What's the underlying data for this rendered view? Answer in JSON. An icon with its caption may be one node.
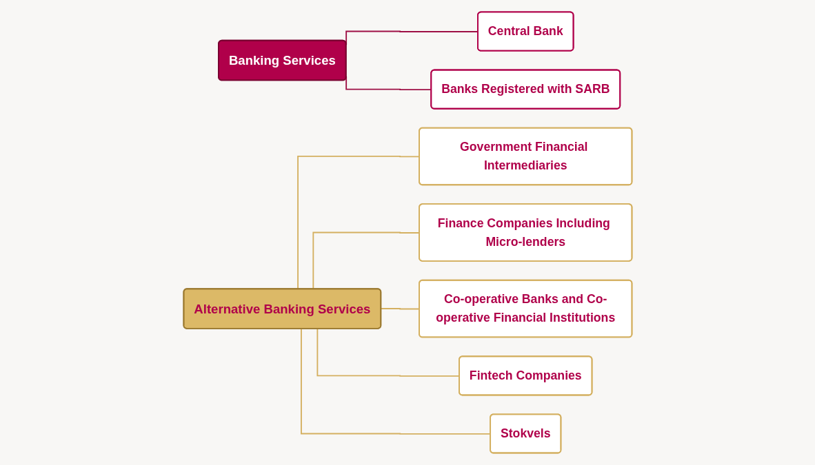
{
  "diagram": {
    "nodes": [
      {
        "text": [
          "Banking Services"
        ]
      },
      {
        "text": [
          "Central Bank"
        ]
      },
      {
        "text": [
          "Banks Registered with SARB"
        ]
      },
      {
        "text": [
          "Alternative Banking Services"
        ]
      },
      {
        "text": [
          "Government Financial Intermediaries"
        ]
      },
      {
        "text": [
          "Finance Companies Including Micro-lenders"
        ]
      },
      {
        "text": [
          "Co-operative Banks and Co-operative Financial Institutions"
        ]
      },
      {
        "text": [
          "Fintech Companies"
        ]
      },
      {
        "text": [
          "Stokvels"
        ]
      }
    ],
    "edges": [
      {
        "from": 0,
        "to": 1,
        "arrow": "none",
        "color": "#9e0f45"
      },
      {
        "from": 0,
        "to": 2,
        "arrow": "none",
        "color": "#9e0f45"
      },
      {
        "from": 3,
        "to": 4,
        "arrow": "none"
      },
      {
        "from": 3,
        "to": 5,
        "arrow": "none"
      },
      {
        "from": 3,
        "to": 6,
        "arrow": "none"
      },
      {
        "from": 3,
        "to": 7,
        "arrow": "none"
      },
      {
        "from": 3,
        "to": 8,
        "arrow": "none"
      }
    ]
  }
}
